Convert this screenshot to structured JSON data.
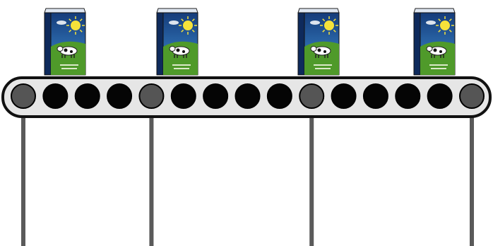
{
  "scene": {
    "cartons": [
      {
        "label": "milk-carton-1"
      },
      {
        "label": "milk-carton-2"
      },
      {
        "label": "milk-carton-3"
      },
      {
        "label": "milk-carton-4"
      }
    ],
    "rollers": [
      {
        "type": "support"
      },
      {
        "type": "drive"
      },
      {
        "type": "drive"
      },
      {
        "type": "drive"
      },
      {
        "type": "support"
      },
      {
        "type": "drive"
      },
      {
        "type": "drive"
      },
      {
        "type": "drive"
      },
      {
        "type": "drive"
      },
      {
        "type": "support"
      },
      {
        "type": "drive"
      },
      {
        "type": "drive"
      },
      {
        "type": "drive"
      },
      {
        "type": "drive"
      },
      {
        "type": "support"
      }
    ],
    "legs_count": 4
  },
  "colors": {
    "belt_fill": "#e6e6e6",
    "belt_stroke": "#111111",
    "roller_drive": "#050505",
    "roller_support": "#555555",
    "leg": "#5a5a5a",
    "carton_sky_top": "#153c7a",
    "carton_sky_bottom": "#3f8fd6",
    "carton_grass": "#4f9a2a",
    "carton_side": "#0e2a5c",
    "sun": "#f6e23a"
  }
}
